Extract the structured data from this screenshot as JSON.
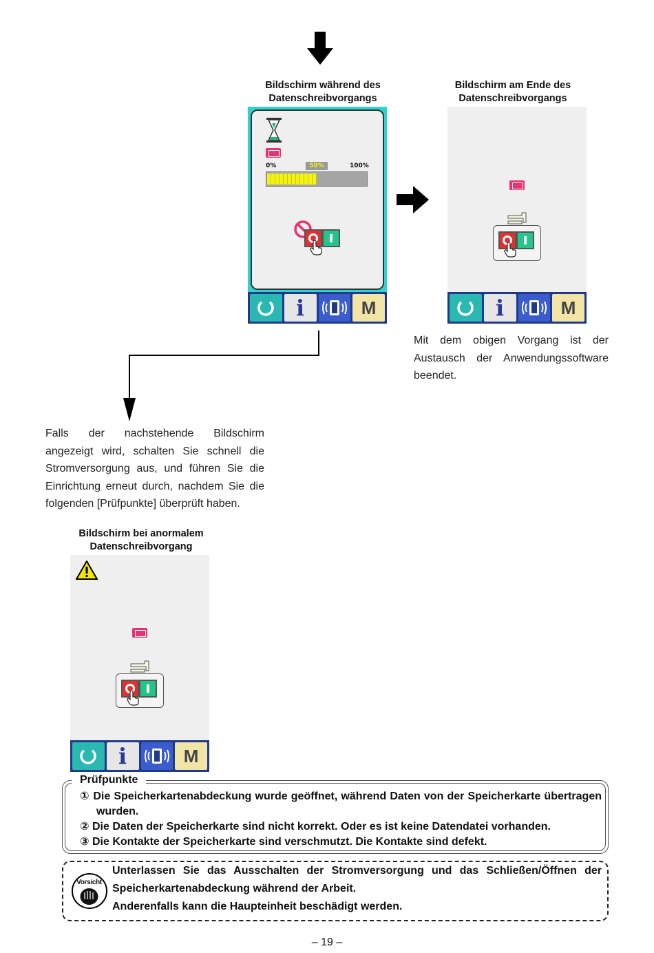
{
  "captions": {
    "writing": "Bildschirm während des Datenschreibvorgangs",
    "end": "Bildschirm am Ende des Datenschreibvorgangs",
    "abnormal": "Bildschirm bei anormalem Datenschreibvorgang"
  },
  "progress": {
    "label_min": "0%",
    "label_mid": "50%",
    "label_max": "100%",
    "value_percent": 50
  },
  "navbar": {
    "info_label": "i",
    "mode_label": "M"
  },
  "text": {
    "end_note": "Mit dem obigen Vorgang ist der Austausch der Anwendungssoftware beendet.",
    "abnormal_note": "Falls der nachstehende Bildschirm angezeigt wird, schalten Sie schnell die Stromversorgung aus, und führen Sie die Einrichtung erneut durch, nachdem Sie die folgenden [Prüfpunkte] überprüft haben."
  },
  "checkpoints": {
    "title": "Prüfpunkte",
    "items": [
      "① Die Speicherkartenabdeckung wurde geöffnet, während Daten von der Speicherkarte übertragen wurden.",
      "② Die Daten der Speicherkarte sind nicht korrekt. Oder es ist keine Datendatei vorhanden.",
      "③ Die Kontakte der Speicherkarte sind verschmutzt. Die Kontakte sind defekt."
    ]
  },
  "caution": {
    "badge": "Vorsicht",
    "line1": "Unterlassen Sie das Ausschalten der Stromversorgung und das Schließen/Öffnen der Speicherkartenabdeckung während der Arbeit.",
    "line2": "Anderenfalls kann die Haupteinheit beschädigt werden."
  },
  "footer": {
    "page": "– 19 –"
  },
  "colors": {
    "accent_cyan": "#2dd4cf",
    "navbar_blue": "#1f3a8a",
    "card_pink": "#e8336e",
    "stop_red": "#e03030",
    "start_green": "#24c48a",
    "progress_yellow": "#f2f21a"
  }
}
